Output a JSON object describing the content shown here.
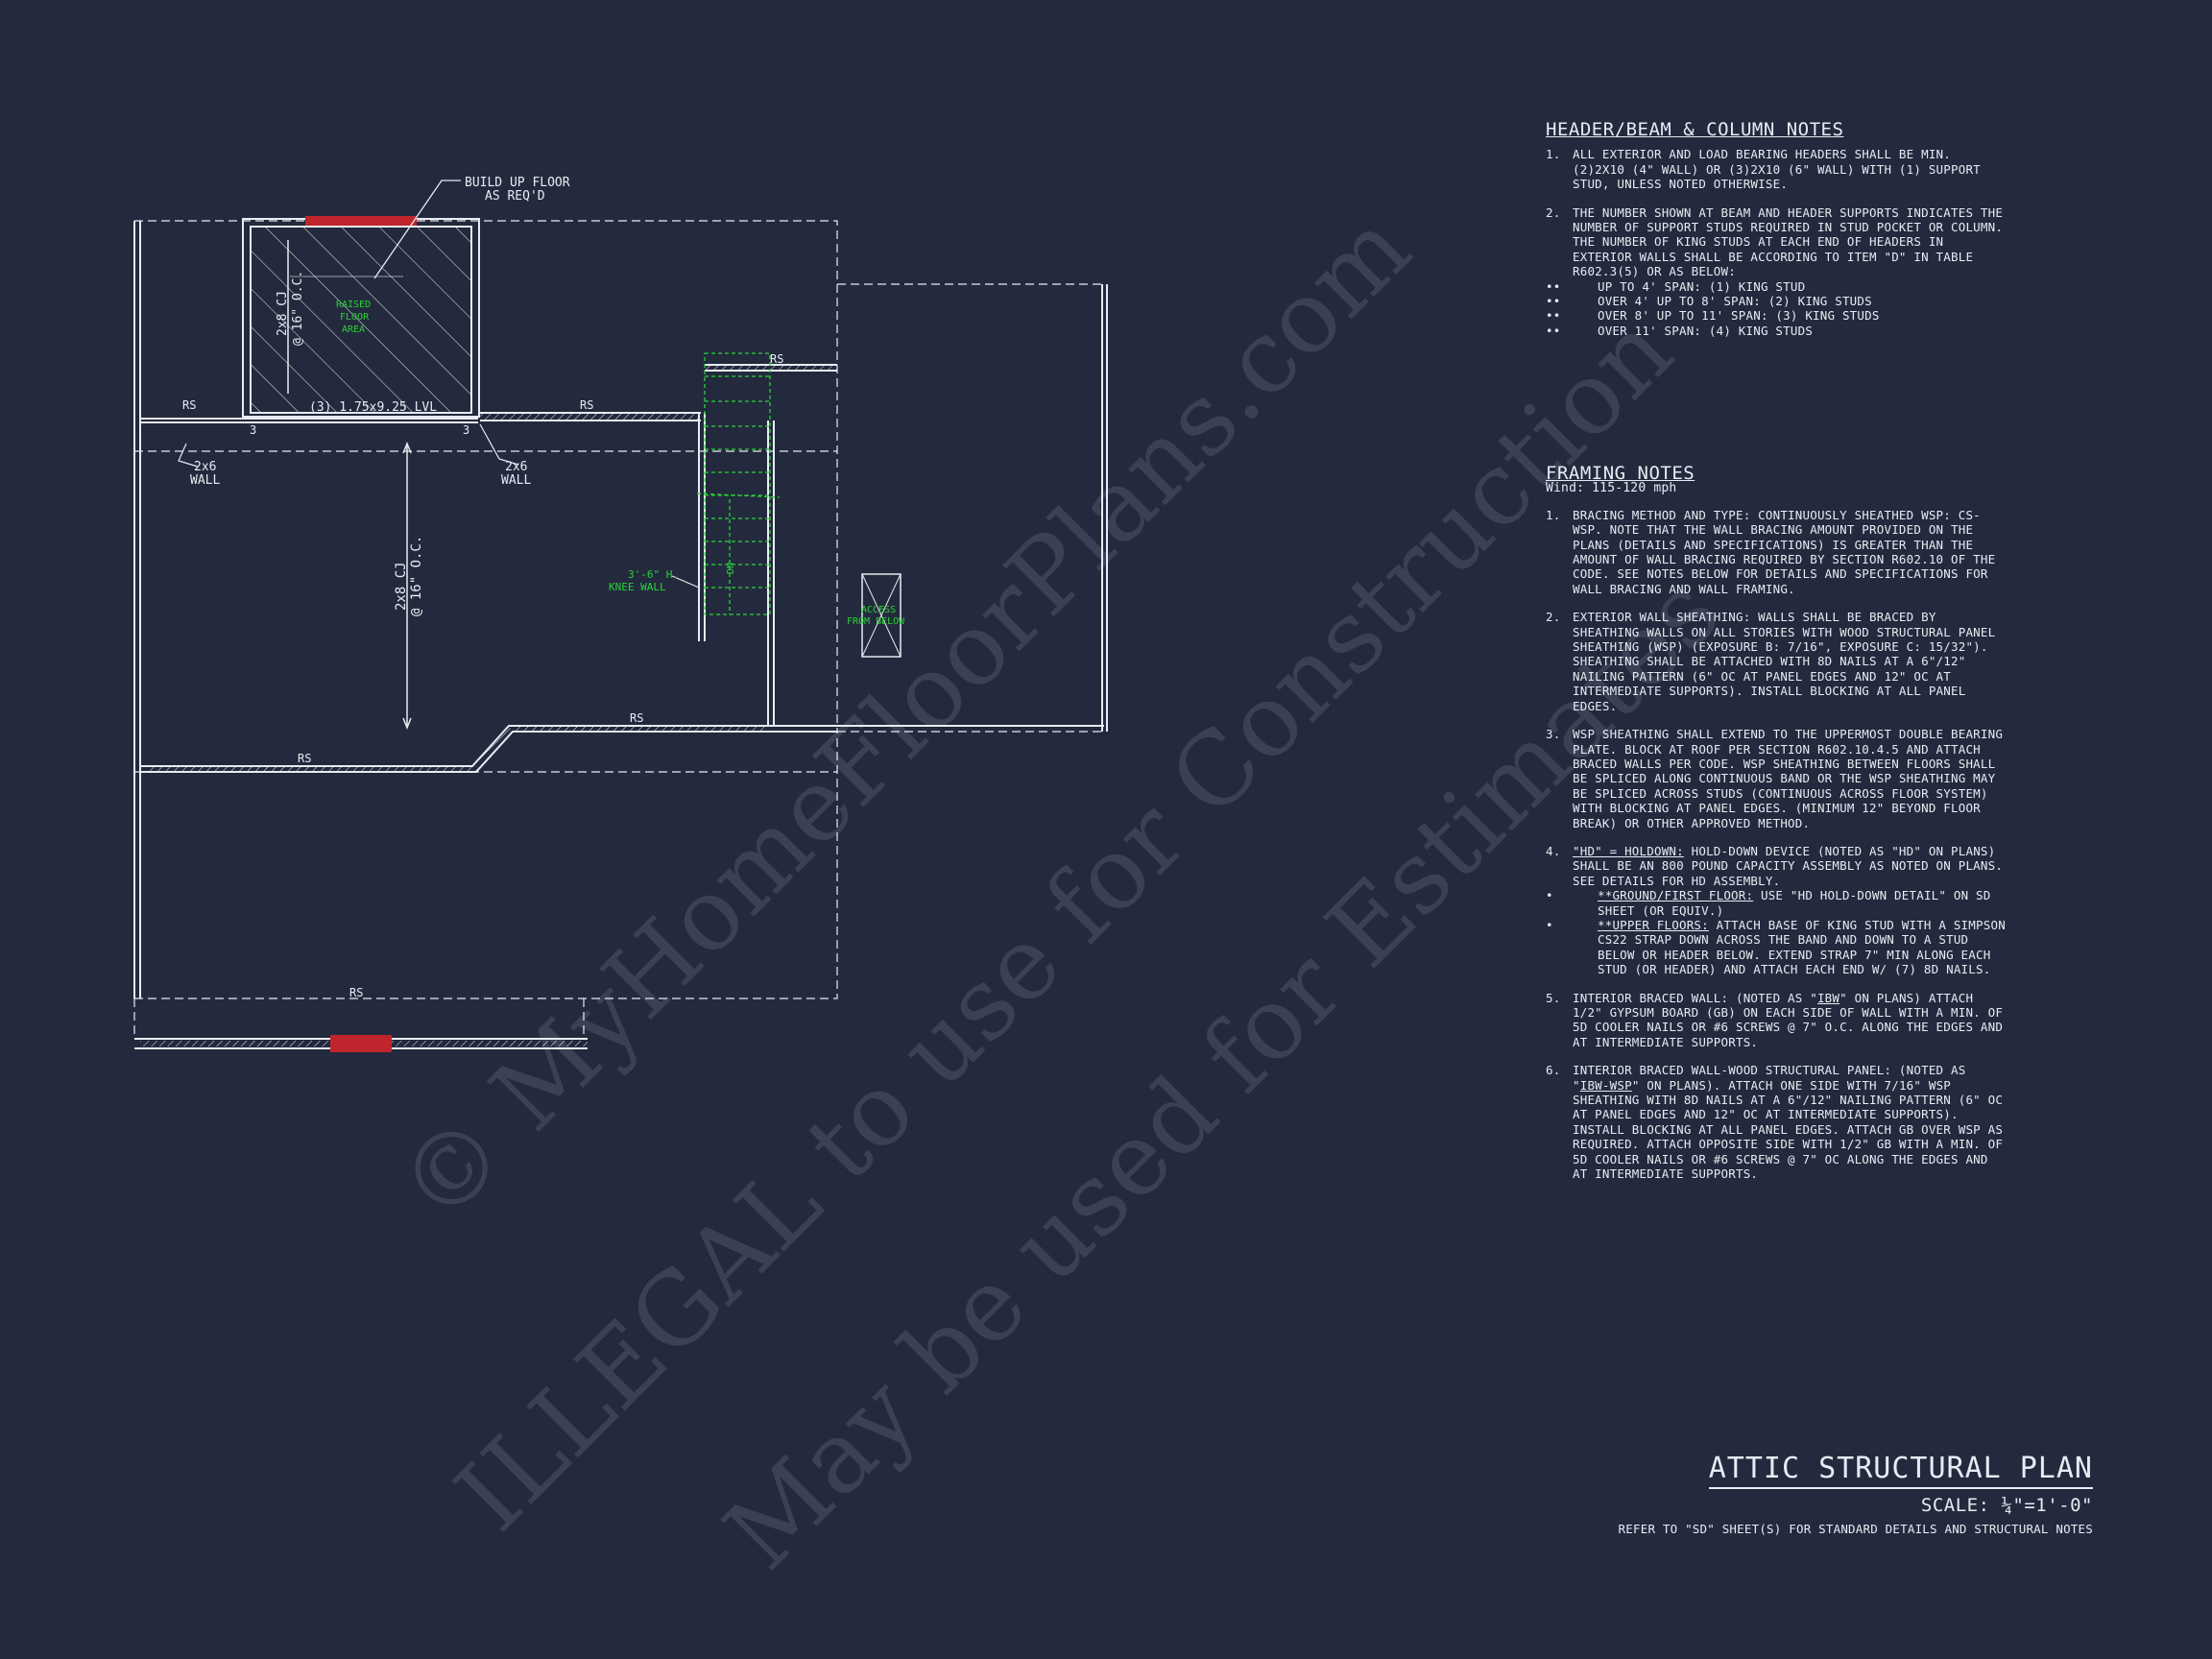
{
  "watermark": {
    "line1": "© MyHomeFloorPlans.com",
    "line2": "ILLEGAL to use for Construction",
    "line3": "May be used for Estimates"
  },
  "plan_labels": {
    "build_up_1": "BUILD UP FLOOR",
    "build_up_2": "AS REQ'D",
    "raised_1": "RAISED",
    "raised_2": "FLOOR",
    "raised_3": "AREA",
    "cj_small_1": "2x8 CJ",
    "cj_small_2": "@ 16\" O.C.",
    "lvl": "(3) 1.75x9.25 LVL",
    "rs": "RS",
    "stud_count": "3",
    "wall_1": "2x6",
    "wall_2": "WALL",
    "cj_main_1": "2x8 CJ",
    "cj_main_2": "@ 16\" O.C.",
    "knee_1": "3'-6\" H.",
    "knee_2": "KNEE WALL",
    "access_1": "ACCESS",
    "access_2": "FROM BELOW",
    "stair_dn": "DN"
  },
  "header_notes": {
    "title": "HEADER/BEAM & COLUMN NOTES",
    "n1": "ALL EXTERIOR AND LOAD BEARING HEADERS SHALL BE MIN. (2)2x10 (4\" WALL) OR (3)2x10 (6\" WALL) WITH (1) SUPPORT STUD, UNLESS NOTED OTHERWISE.",
    "n2": "THE NUMBER SHOWN AT BEAM AND HEADER SUPPORTS INDICATES THE NUMBER OF SUPPORT STUDS REQUIRED IN STUD POCKET OR COLUMN. THE NUMBER OF KING STUDS AT EACH END OF HEADERS IN EXTERIOR WALLS SHALL BE ACCORDING TO ITEM \"d\" IN TABLE R602.3(5) OR AS BELOW:",
    "b1": "UP TO 4' SPAN: (1) KING STUD",
    "b2": "OVER 4' UP TO 8' SPAN: (2) KING STUDS",
    "b3": "OVER 8' UP TO 11' SPAN: (3) KING STUDS",
    "b4": "OVER 11' SPAN: (4) KING STUDS"
  },
  "framing_notes": {
    "title": "FRAMING NOTES",
    "wind": "Wind: 115-120 mph",
    "n1": "BRACING METHOD AND TYPE: CONTINUOUSLY SHEATHED WSP: CS-WSP. NOTE THAT THE WALL BRACING AMOUNT PROVIDED ON THE PLANS (DETAILS AND SPECIFICATIONS) IS GREATER THAN THE AMOUNT OF WALL BRACING REQUIRED BY SECTION R602.10 OF THE CODE. SEE NOTES BELOW FOR DETAILS AND SPECIFICATIONS FOR WALL BRACING AND WALL FRAMING.",
    "n2": "EXTERIOR WALL SHEATHING: WALLS SHALL BE BRACED BY SHEATHING WALLS ON ALL STORIES WITH WOOD STRUCTURAL PANEL SHEATHING (WSP) (EXPOSURE B: 7/16\", EXPOSURE C: 15/32\"). SHEATHING SHALL BE ATTACHED WITH 8d NAILS AT A 6\"/12\" NAILING PATTERN (6\" OC AT PANEL EDGES AND 12\" OC AT INTERMEDIATE SUPPORTS). INSTALL BLOCKING AT ALL PANEL EDGES.",
    "n3": "WSP SHEATHING SHALL EXTEND TO THE UPPERMOST DOUBLE BEARING PLATE. BLOCK AT ROOF PER SECTION R602.10.4.5 AND ATTACH BRACED WALLS PER CODE. WSP SHEATHING BETWEEN FLOORS SHALL BE SPLICED ALONG CONTINUOUS BAND OR THE WSP SHEATHING MAY BE SPLICED ACROSS STUDS (CONTINUOUS ACROSS FLOOR SYSTEM) WITH BLOCKING AT PANEL EDGES. (MINIMUM 12\" BEYOND FLOOR BREAK) OR OTHER APPROVED METHOD.",
    "n4_u": "\"HD\" = HOLDOWN:",
    "n4": " HOLD-DOWN DEVICE (NOTED AS \"HD\" ON PLANS) SHALL BE AN 800 POUND CAPACITY ASSEMBLY AS NOTED ON PLANS. SEE DETAILS FOR HD ASSEMBLY.",
    "n4a_u": "**GROUND/FIRST FLOOR:",
    "n4a": "  USE \"HD HOLD-DOWN DETAIL\" ON SD SHEET (OR EQUIV.)",
    "n4b_u": "**UPPER FLOORS:",
    "n4b": " ATTACH BASE OF KING STUD WITH A SIMPSON CS22 STRAP DOWN ACROSS THE BAND AND DOWN TO A STUD BELOW OR HEADER BELOW.  EXTEND STRAP 7\" MIN ALONG EACH STUD (OR HEADER) AND ATTACH EACH END W/ (7) 8d NAILS.",
    "n5_a": "INTERIOR BRACED WALL: (NOTED AS \"",
    "n5_u": "IBW",
    "n5_b": "\" ON PLANS) ATTACH 1/2\" GYPSUM BOARD (GB) ON EACH SIDE OF WALL WITH A MIN. OF 5d COOLER NAILS OR #6 SCREWS @ 7\" O.C. ALONG THE EDGES AND AT INTERMEDIATE SUPPORTS.",
    "n6_a": "INTERIOR BRACED WALL-WOOD STRUCTURAL PANEL: (NOTED AS \"",
    "n6_u": "IBW-WSP",
    "n6_b": "\" ON PLANS). ATTACH ONE SIDE WITH 7/16\" WSP SHEATHING WITH 8d NAILS AT A 6\"/12\" NAILING PATTERN (6\" OC AT PANEL EDGES AND 12\" OC AT INTERMEDIATE SUPPORTS). INSTALL BLOCKING AT ALL PANEL EDGES. ATTACH GB OVER WSP AS REQUIRED. ATTACH OPPOSITE SIDE WITH 1/2\" GB WITH A MIN. OF 5d COOLER NAILS OR #6 SCREWS @ 7\" OC ALONG THE EDGES AND AT INTERMEDIATE SUPPORTS."
  },
  "title_block": {
    "title": "ATTIC STRUCTURAL PLAN",
    "scale": "SCALE: ¼\"=1'-0\"",
    "refer": "REFER TO \"SD\" SHEET(S) FOR STANDARD DETAILS AND STRUCTURAL NOTES"
  },
  "colors": {
    "background": "#232a3d",
    "linework": "#e8ebf2",
    "green_markup": "#2bd03a",
    "red_header": "#c0242c",
    "watermark": "#3a4155"
  }
}
